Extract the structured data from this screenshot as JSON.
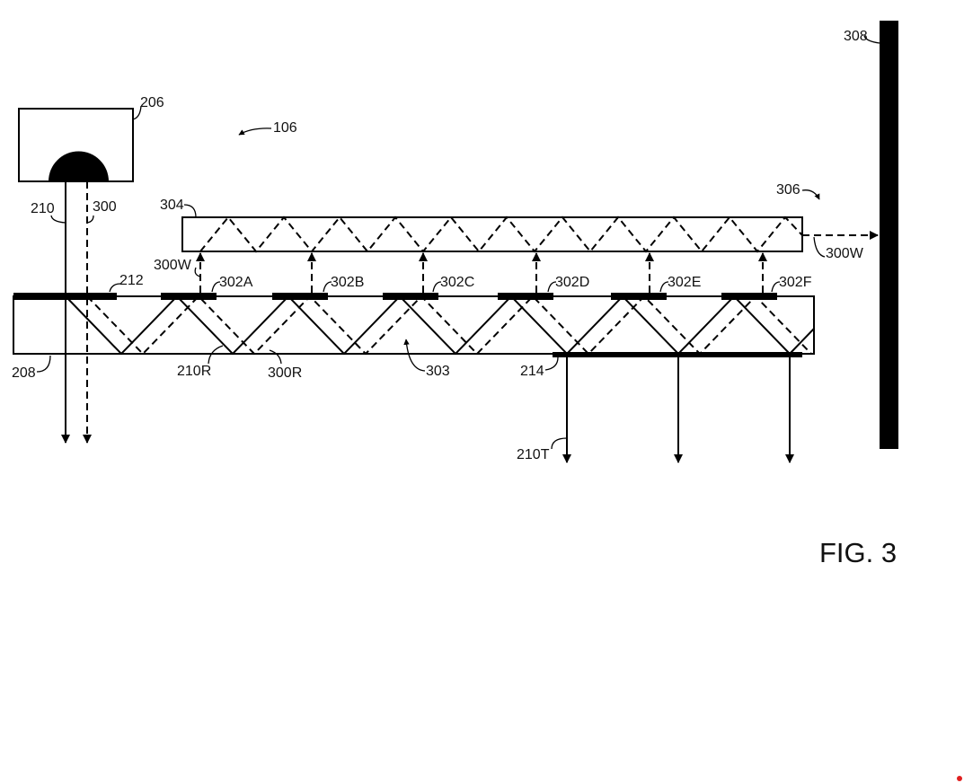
{
  "figure": {
    "title": "FIG. 3",
    "system_label": "106"
  },
  "components": {
    "light_source": "206",
    "main_waveguide": "208",
    "solid_beam": "210",
    "dashed_beam": "300",
    "input_coupler": "212",
    "output_coupler": "214",
    "reflected_solid": "210R",
    "reflected_dashed": "300R",
    "transmitted_solid": "210T",
    "waveguide_region": "303",
    "secondary_waveguide": "304",
    "output_arrow_label": "306",
    "screen": "308",
    "wavelength_beam_left": "300W",
    "wavelength_beam_right": "300W"
  },
  "gratings": [
    "302A",
    "302B",
    "302C",
    "302D",
    "302E",
    "302F"
  ],
  "colors": {
    "ink": "#000000",
    "background": "#ffffff",
    "marker": "#e02020"
  }
}
